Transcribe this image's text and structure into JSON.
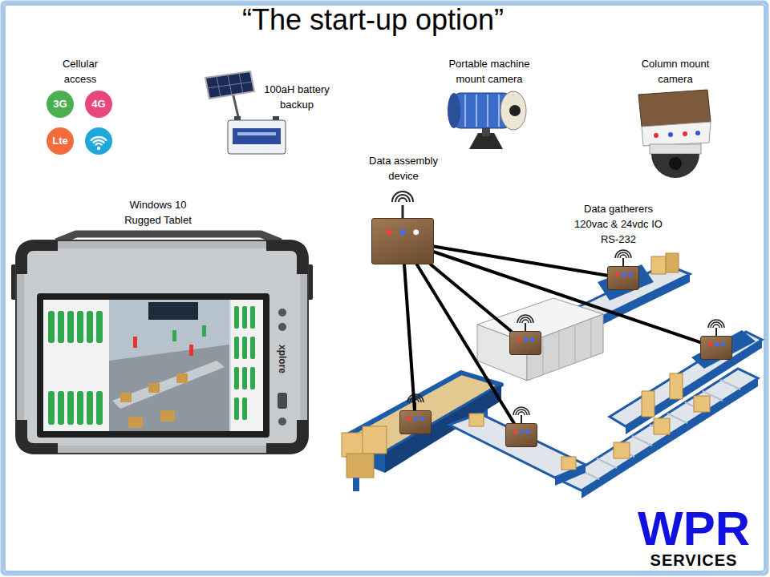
{
  "diagram": {
    "title": "“The start-up option”",
    "nodes": [
      {
        "text": [
          "Data assembly device"
        ]
      },
      {
        "text": [
          "Data gatherers 120vac & 24vdc IO RS-232"
        ]
      },
      {
        "text": []
      },
      {
        "text": []
      },
      {
        "text": []
      },
      {
        "text": []
      }
    ],
    "edges": [
      {
        "from": 0,
        "to": 1,
        "arrow": "none"
      },
      {
        "from": 0,
        "to": 2,
        "arrow": "none"
      },
      {
        "from": 0,
        "to": 3,
        "arrow": "none"
      },
      {
        "from": 0,
        "to": 4,
        "arrow": "none"
      },
      {
        "from": 0,
        "to": 5,
        "arrow": "none"
      }
    ],
    "labels": [
      "Cellular access",
      "3G",
      "4G",
      "Lte",
      "100aH battery backup",
      "Portable machine mount camera",
      "Column mount camera",
      "Windows 10 Rugged Tablet",
      "xplore",
      "WPR",
      "SERVICES"
    ]
  }
}
